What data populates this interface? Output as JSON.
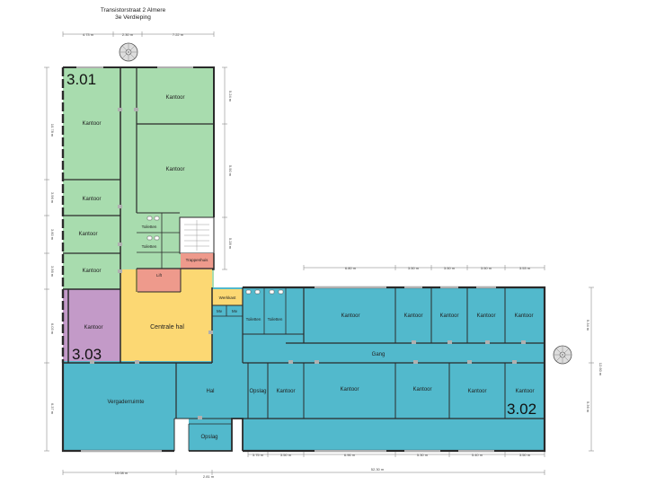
{
  "header": {
    "address": "Transistorstraat 2 Almere",
    "floor": "3e Verdieping"
  },
  "units": {
    "u301": "3.01",
    "u302": "3.02",
    "u303": "3.03"
  },
  "rooms": {
    "kantoor": "Kantoor",
    "toiletten": "Toiletten",
    "lift": "Lift",
    "trappenhuis": "Trappenhuis",
    "centrale_hal": "Centrale hal",
    "werkkast": "Werkkast",
    "mv": "Mv",
    "gang": "Gang",
    "vergaderruimte": "Vergaderruimte",
    "hal": "Hal",
    "opslag": "Opslag"
  },
  "dimensions": {
    "top_1": "4.73 m",
    "top_2": "2.30 m",
    "top_3": "7.22 m",
    "left_1": "10.78 m",
    "left_2": "3.96 m",
    "left_3": "3.60 m",
    "left_4": "3.56 m",
    "left_5": "6.03 m",
    "left_6": "6.37 m",
    "inner_1": "5.24 m",
    "inner_2": "5.90 m",
    "inner_3": "5.28 m",
    "east_1": "6.80 m",
    "east_2": "3.50 m",
    "east_3": "3.50 m",
    "east_4": "3.50 m",
    "east_5": "3.53 m",
    "right_1": "5.34 m",
    "right_2": "12.60 m",
    "right_3": "5.36 m",
    "bot_1": "3.75 m",
    "bot_2": "3.50 m",
    "bot_3": "6.96 m",
    "bot_4": "5.30 m",
    "bot_5": "5.40 m",
    "bot_6": "3.50 m",
    "total_1": "10.08 m",
    "total_2": "2.81 m",
    "total_3": "52.30 m"
  },
  "colors": {
    "unit_301": "#a8dcae",
    "unit_302": "#52b9cc",
    "unit_303": "#c39ac8",
    "central_hall": "#fcd873",
    "core": "#ee9a8c",
    "wall": "#2a2a2a"
  }
}
